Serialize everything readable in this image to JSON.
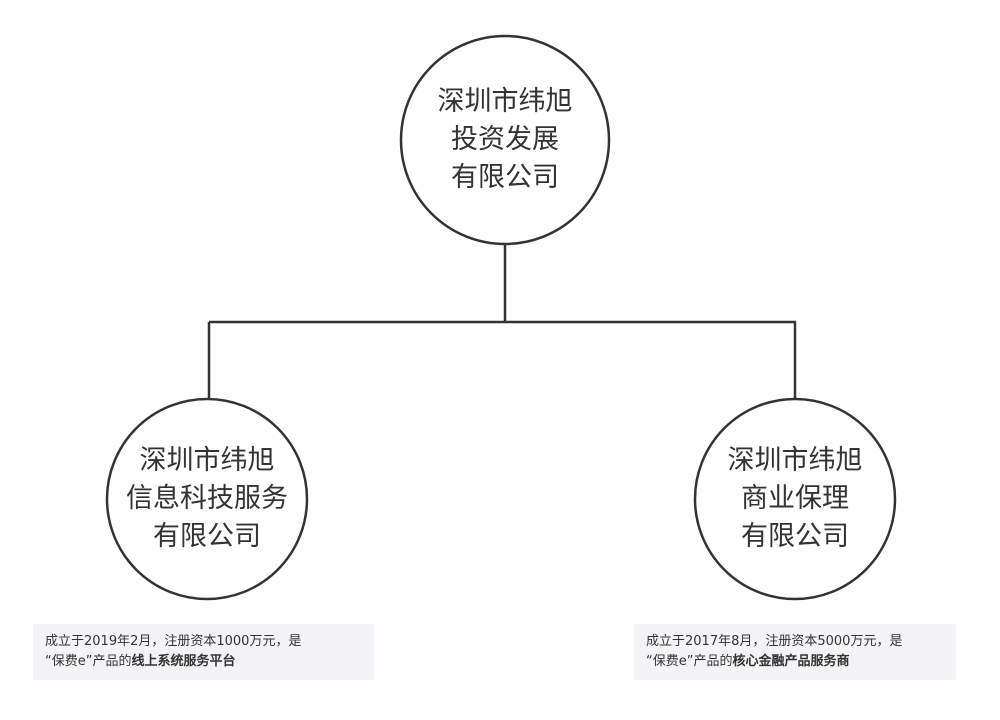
{
  "root": {
    "lines": [
      "深圳市纬旭",
      "投资发展",
      "有限公司"
    ]
  },
  "children": [
    {
      "lines": [
        "深圳市纬旭",
        "信息科技服务",
        "有限公司"
      ],
      "note": {
        "line1": "成立于2019年2月，注册资本1000万元，是",
        "line2_prefix": "“保费e”产品的",
        "line2_bold": "线上系统服务平台"
      }
    },
    {
      "lines": [
        "深圳市纬旭",
        "商业保理",
        "有限公司"
      ],
      "note": {
        "line1": "成立于2017年8月，注册资本5000万元，是",
        "line2_prefix": "“保费e”产品的",
        "line2_bold": "核心金融产品服务商"
      }
    }
  ],
  "colors": {
    "stroke": "#333333",
    "note_bg": "#f4f4f6"
  }
}
